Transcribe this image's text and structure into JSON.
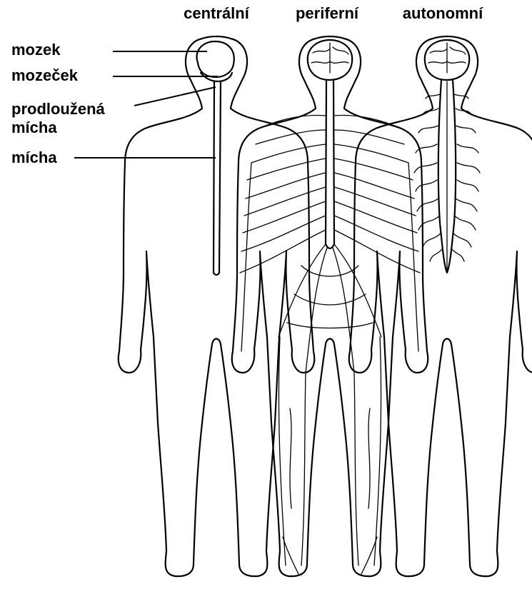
{
  "columns": {
    "central": "centrální",
    "peripheral": "periferní",
    "autonomic": "autonomní"
  },
  "labels": {
    "brain": "mozek",
    "cerebellum": "mozeček",
    "medulla_line1": "prodloužená",
    "medulla_line2": "mícha",
    "spinal_cord": "mícha"
  },
  "colors": {
    "line": "#000000",
    "background": "#ffffff"
  }
}
